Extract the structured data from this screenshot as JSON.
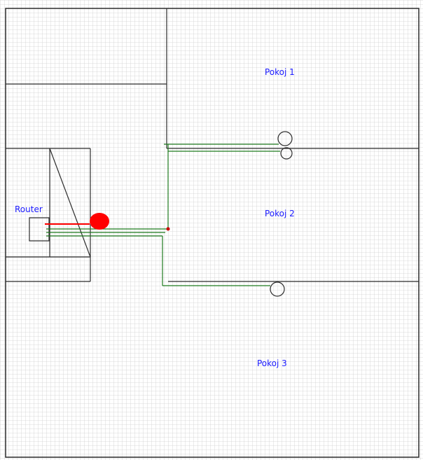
{
  "labels": {
    "router": "Router",
    "room1": "Pokoj 1",
    "room2": "Pokoj 2",
    "room3": "Pokoj 3"
  },
  "colors": {
    "grid_line": "#cfcfcf",
    "wall": "#2b2b2b",
    "cable": "#1f7a1f",
    "signal": "#ff0000",
    "label": "#1a1aff",
    "background": "#ffffff"
  },
  "elements": {
    "grid": "background-grid",
    "outlets": [
      "outlet-room1-upper",
      "outlet-room1-lower",
      "outlet-room3"
    ],
    "router_device": "router-box",
    "signal_marker": "red-blob"
  }
}
